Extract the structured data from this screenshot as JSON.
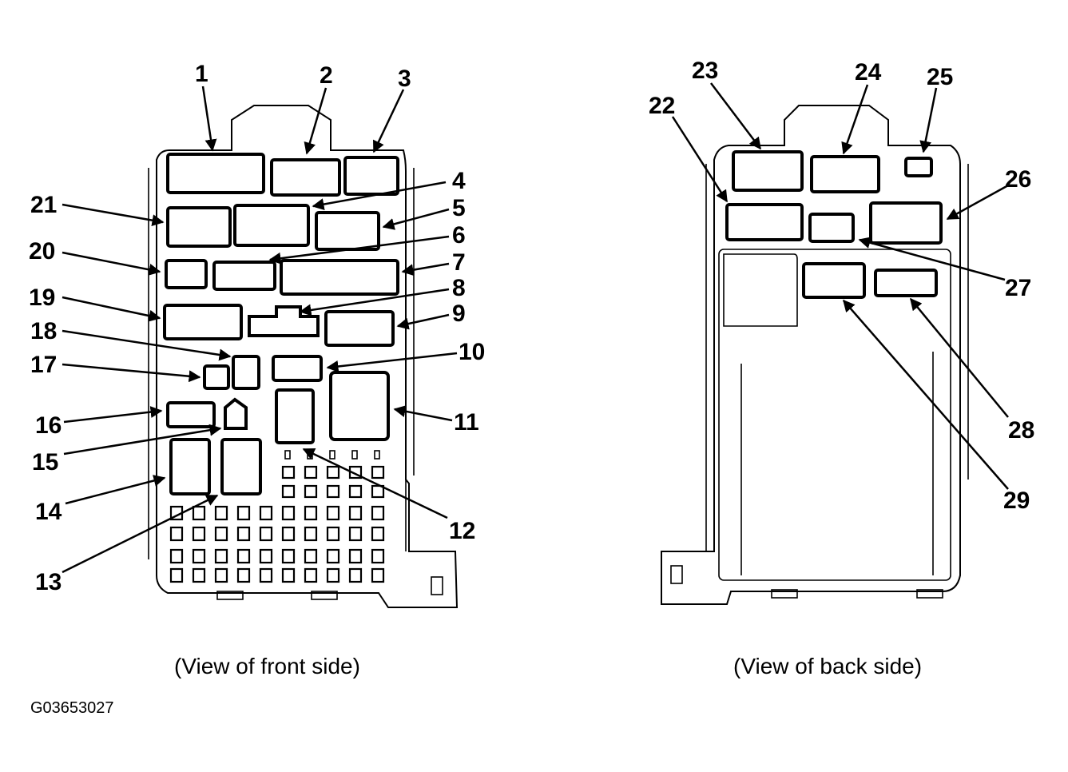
{
  "front_caption": "(View of front side)",
  "back_caption": "(View of back side)",
  "figure_code": "G03653027",
  "front_labels": [
    "1",
    "2",
    "3",
    "4",
    "5",
    "6",
    "7",
    "8",
    "9",
    "10",
    "11",
    "12",
    "13",
    "14",
    "15",
    "16",
    "17",
    "18",
    "19",
    "20",
    "21"
  ],
  "back_labels": [
    "22",
    "23",
    "24",
    "25",
    "26",
    "27",
    "28",
    "29"
  ]
}
